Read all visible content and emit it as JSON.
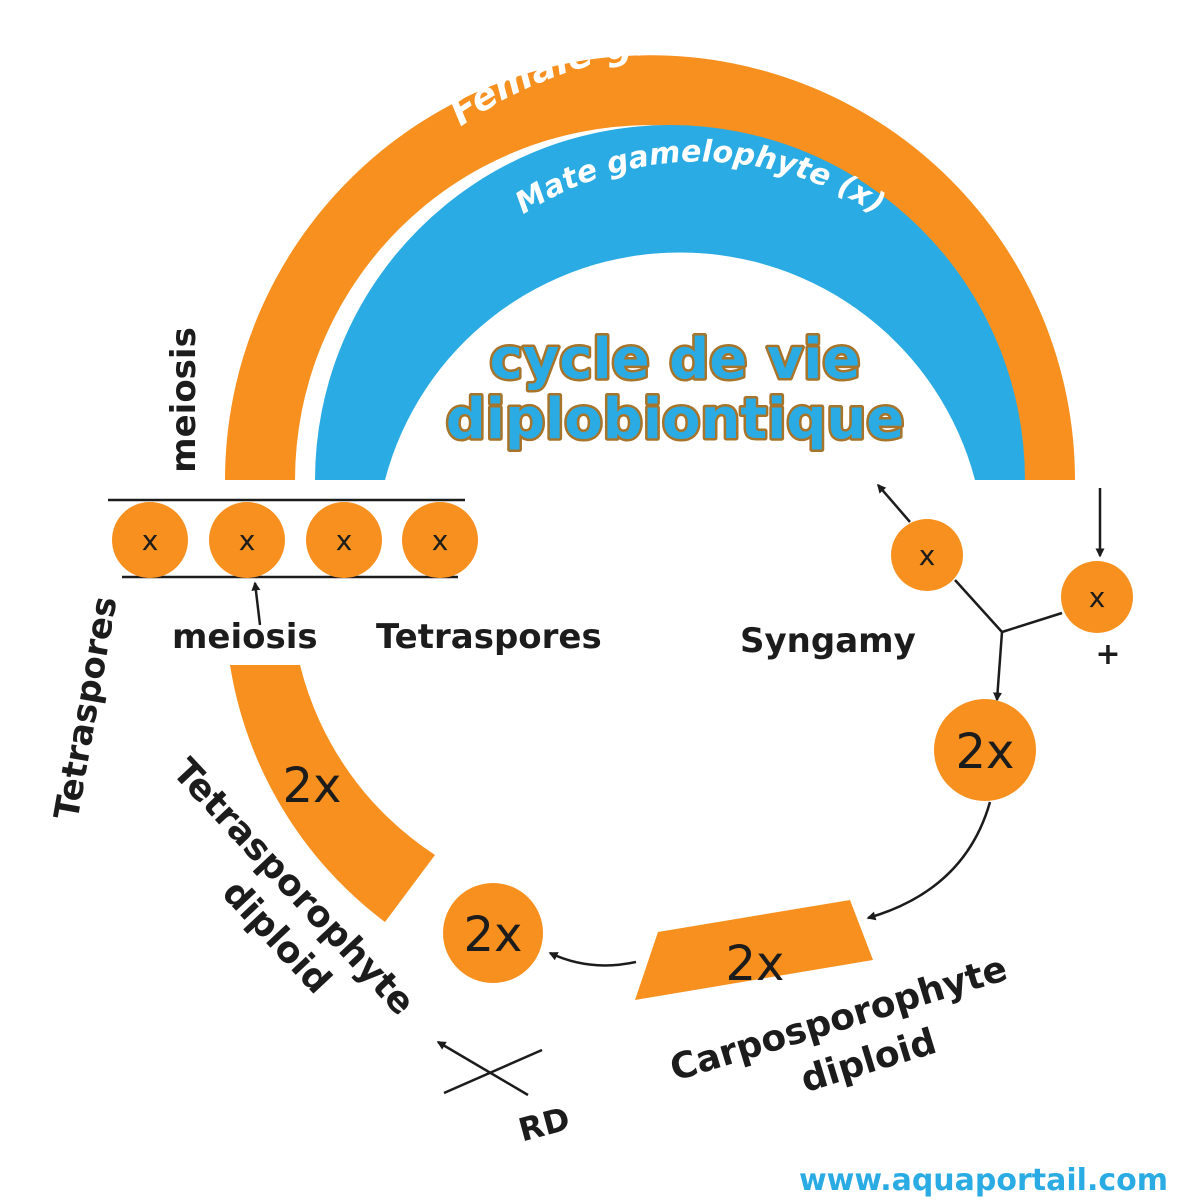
{
  "colors": {
    "orange": "#f7901e",
    "blue": "#2aabe3",
    "dark": "#1c1c1c",
    "title_fill": "#2aabe3",
    "title_stroke": "#a8742a",
    "footer": "#2aabe3"
  },
  "title": {
    "line1": "cycle de vie",
    "line2": "diplobiontique"
  },
  "arcs": {
    "female": "Female gametophyte (x)",
    "male": "Mate gamelophyte (x)"
  },
  "labels": {
    "meiosis_vertical": "meiosis",
    "tetraspores_vertical": "Tetraspores",
    "meiosis": "meiosis",
    "tetraspores": "Tetraspores",
    "syngamy": "Syngamy",
    "plus": "+",
    "tetrasporophyte": "Tetrasporophyte",
    "tetrasporophyte_diploid": "diploid",
    "carposporophyte": "Carposporophyte",
    "carposporophyte_diploid": "diploid",
    "rd": "RD"
  },
  "cells": {
    "haploid": "x",
    "diploid": "2x"
  },
  "footer": "www.aquaportail.com"
}
